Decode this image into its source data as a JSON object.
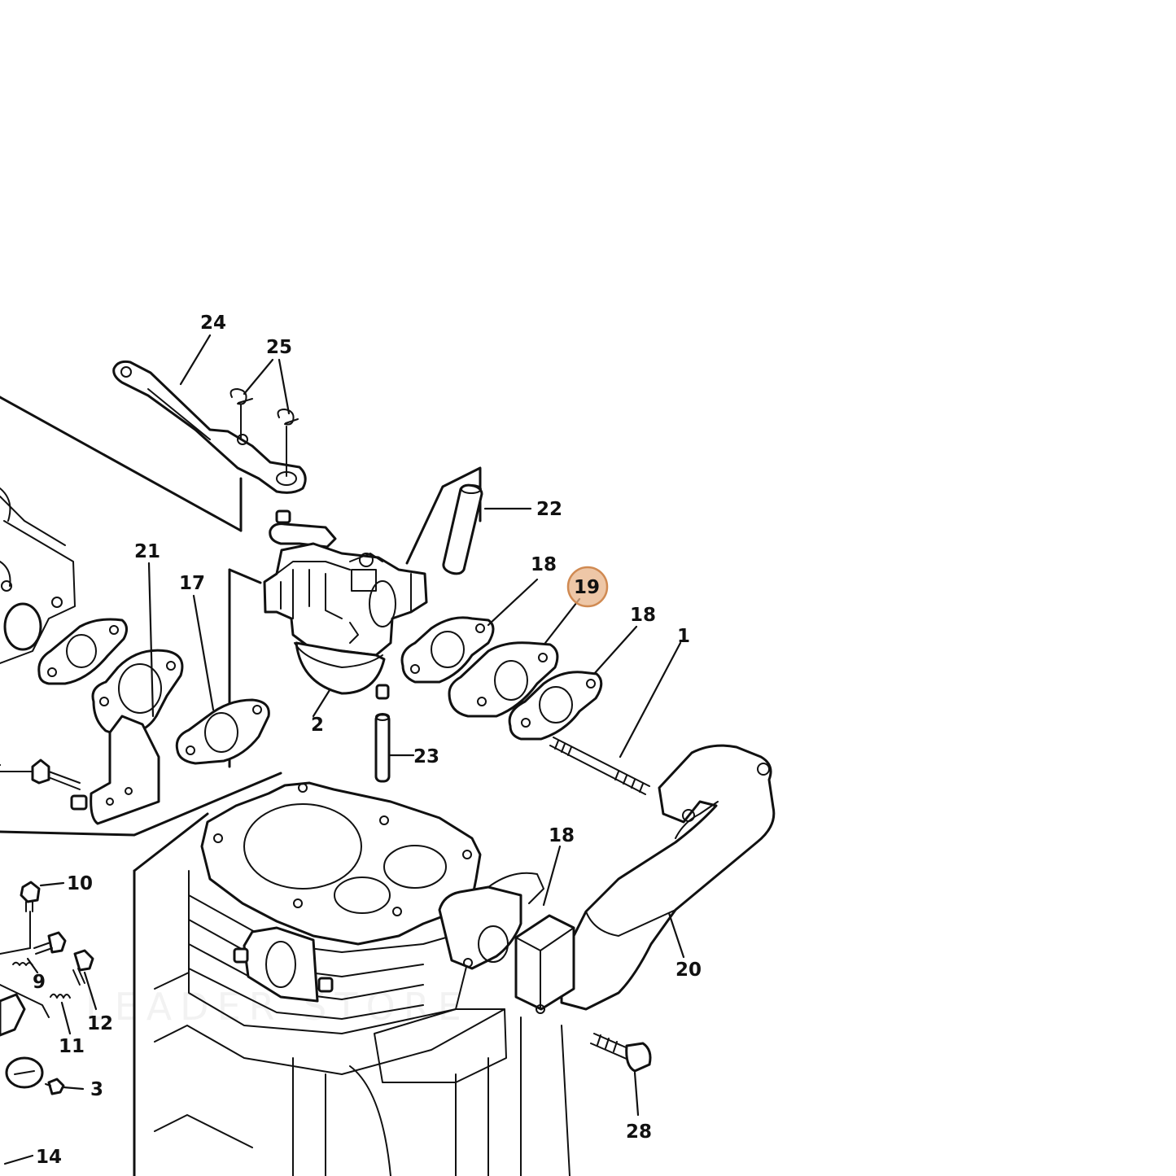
{
  "diagram": {
    "callouts": [
      {
        "id": "c24",
        "text": "24"
      },
      {
        "id": "c25",
        "text": "25"
      },
      {
        "id": "c22",
        "text": "22"
      },
      {
        "id": "c21",
        "text": "21"
      },
      {
        "id": "c17",
        "text": "17"
      },
      {
        "id": "c18a",
        "text": "18"
      },
      {
        "id": "c19",
        "text": "19",
        "highlighted": true
      },
      {
        "id": "c18b",
        "text": "18"
      },
      {
        "id": "c1",
        "text": "1"
      },
      {
        "id": "c2",
        "text": "2"
      },
      {
        "id": "c23",
        "text": "23"
      },
      {
        "id": "c18c",
        "text": "18"
      },
      {
        "id": "c20",
        "text": "20"
      },
      {
        "id": "c10",
        "text": "10"
      },
      {
        "id": "c9",
        "text": "9"
      },
      {
        "id": "c12",
        "text": "12"
      },
      {
        "id": "c11",
        "text": "11"
      },
      {
        "id": "c3",
        "text": "3"
      },
      {
        "id": "c28",
        "text": "28"
      },
      {
        "id": "c14",
        "text": "14"
      }
    ],
    "highlight_color": "#e8b48a",
    "line_color": "#111111",
    "watermark": "LEADER STORE"
  }
}
